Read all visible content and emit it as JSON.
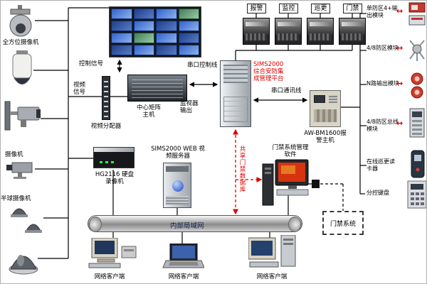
{
  "cameras": {
    "omni": "全方位摄像机",
    "box": "摄像机",
    "half_dome": "半球摄像机"
  },
  "top_modules": [
    {
      "label": "报警"
    },
    {
      "label": "监控"
    },
    {
      "label": "巡更"
    },
    {
      "label": "门禁"
    }
  ],
  "signals": {
    "control_signal": "控制信号",
    "serial_control_line": "串口控制线",
    "video_signal": "视频信号",
    "serial_comm_line": "串口通讯线",
    "shared_access_db": "共享门禁数据库"
  },
  "devices": {
    "video_distributor": "视频分配器",
    "matrix_host": "中心矩阵主机",
    "monitor_output": "监视器输出",
    "platform": "SIMS2000综合安防集成管理平台",
    "alarm_host": "AW-BM1600报警主机",
    "web_server": "SIMS2000 WEB 视频服务器",
    "dvr": "HG2116 硬盘录像机",
    "access_software": "门禁系统管理软件",
    "lan": "内部局域网",
    "access_system": "门禁系统"
  },
  "right_modules": [
    {
      "label": "单防区4+输出模块"
    },
    {
      "label": "4/8防区模块"
    },
    {
      "label": "N路输出模块"
    },
    {
      "label": "4/8防区总线模块"
    },
    {
      "label": "在线巡更读卡器"
    },
    {
      "label": "分控键盘"
    }
  ],
  "clients": [
    {
      "label": "网络客户端"
    },
    {
      "label": "网络客户端"
    },
    {
      "label": "网络客户端"
    }
  ],
  "icons": {
    "double_arrow": "↔"
  },
  "colors": {
    "accent_red": "#e00000",
    "screen_blue": "#2f62cf",
    "line": "#000000"
  }
}
